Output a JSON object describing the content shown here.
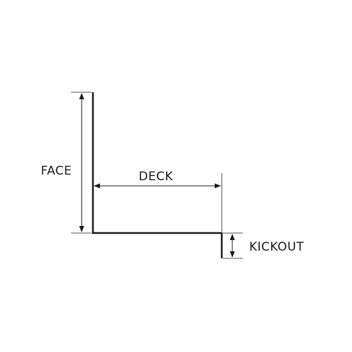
{
  "diagram": {
    "labels": {
      "face": "FACE",
      "deck": "DECK",
      "kickout": "KICKOUT"
    },
    "colors": {
      "profile": "#1a1a1a",
      "dimension": "#1a1a1a",
      "background": "#ffffff"
    }
  }
}
